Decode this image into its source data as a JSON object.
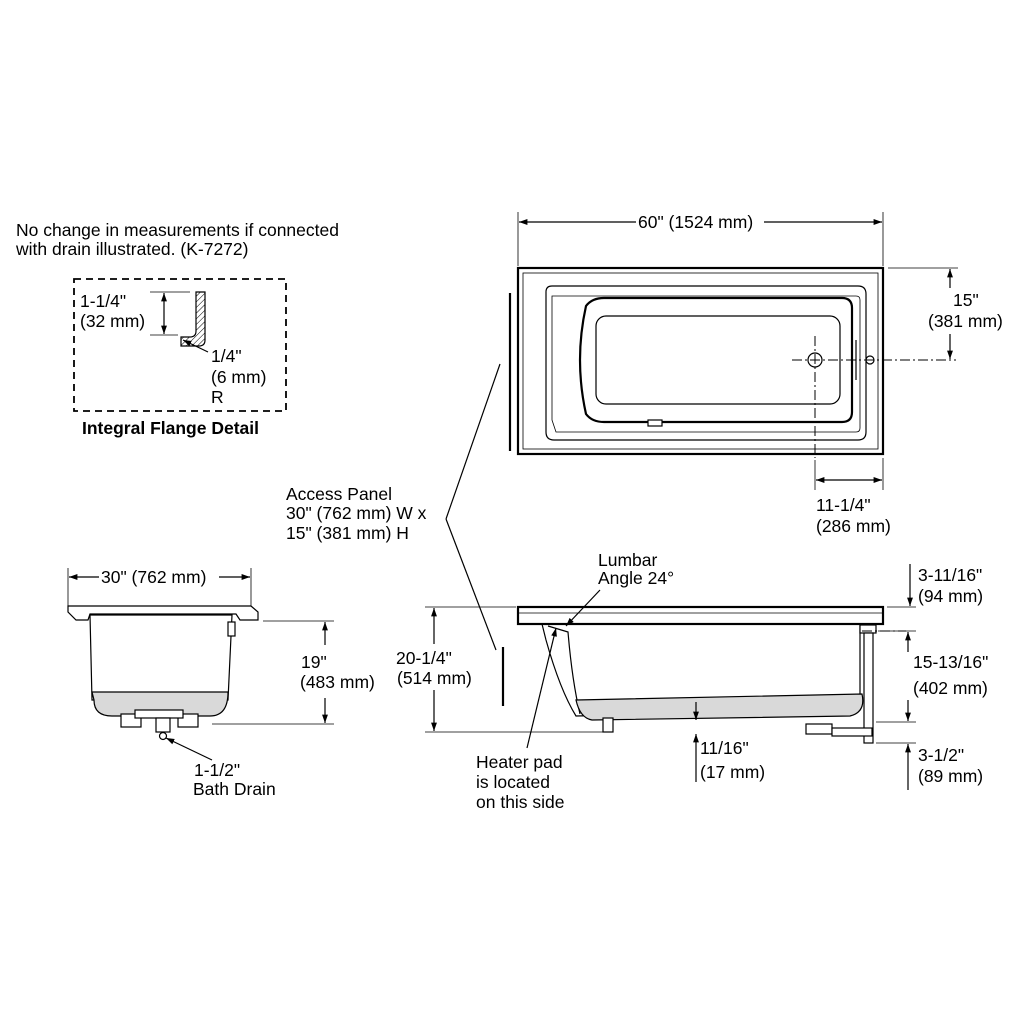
{
  "note": {
    "line1": "No change in measurements if connected",
    "line2": "with drain illustrated. (K-7272)"
  },
  "flange_detail": {
    "title": "Integral Flange Detail",
    "height_in": "1-1/4\"",
    "height_mm": "(32 mm)",
    "radius_in": "1/4\"",
    "radius_mm": "(6 mm)",
    "radius_label": "R"
  },
  "plan_view": {
    "length": "60\" (1524 mm)",
    "drain_center_in": "15\"",
    "drain_center_mm": "(381 mm)",
    "drain_offset_in": "11-1/4\"",
    "drain_offset_mm": "(286 mm)"
  },
  "access_panel": {
    "line1": "Access Panel",
    "line2": "30\" (762 mm) W x",
    "line3": "15\" (381 mm) H"
  },
  "end_view": {
    "width": "30\" (762 mm)",
    "height_in": "19\"",
    "height_mm": "(483 mm)",
    "drain_line1": "1-1/2\"",
    "drain_line2": "Bath Drain"
  },
  "side_view": {
    "lumbar_line1": "Lumbar",
    "lumbar_line2": "Angle 24°",
    "rim_in": "3-11/16\"",
    "rim_mm": "(94 mm)",
    "total_in": "20-1/4\"",
    "total_mm": "(514 mm)",
    "depth_in": "15-13/16\"",
    "depth_mm": "(402 mm)",
    "heater_line1": "Heater pad",
    "heater_line2": "is located",
    "heater_line3": "on this side",
    "base_in": "11/16\"",
    "base_mm": "(17 mm)",
    "drain_in": "3-1/2\"",
    "drain_mm": "(89 mm)"
  }
}
